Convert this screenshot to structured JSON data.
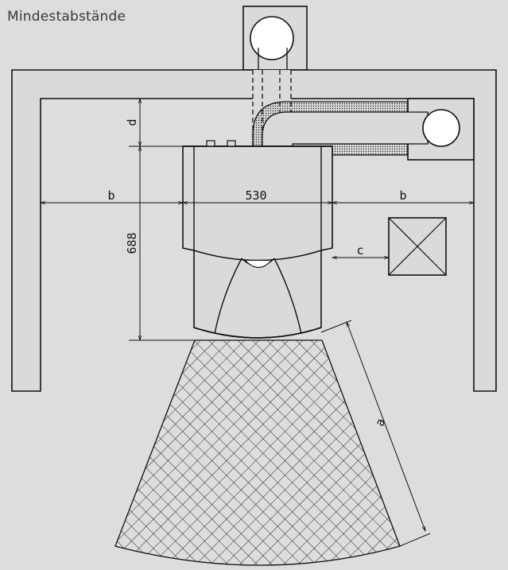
{
  "title": "Mindestabstände",
  "dimensions": {
    "width_label": "530",
    "height_label": "688",
    "side_clearance_label": "b",
    "top_clearance_label": "d",
    "object_clearance_label": "c",
    "front_clearance_label": "a"
  },
  "colors": {
    "background": "#dcdddf",
    "drawing_fill": "#d9dadc",
    "line": "#111111"
  }
}
